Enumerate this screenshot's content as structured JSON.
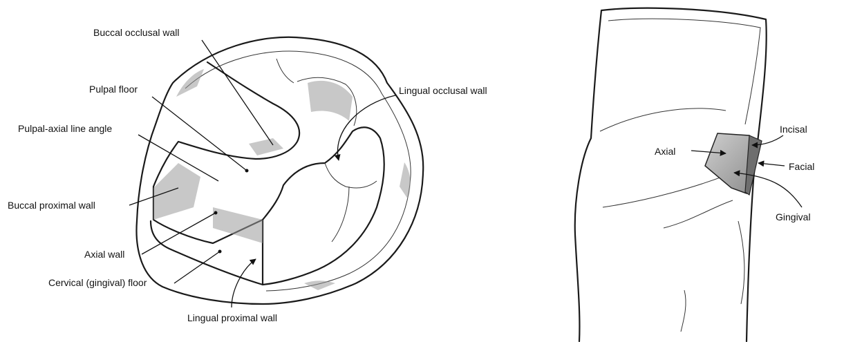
{
  "left_labels": {
    "buccal_occlusal_wall": "Buccal occlusal wall",
    "pulpal_floor": "Pulpal floor",
    "lingual_occlusal_wall": "Lingual occlusal wall",
    "pulpal_axial_line_angle": "Pulpal-axial line angle",
    "buccal_proximal_wall": "Buccal proximal wall",
    "axial_wall": "Axial wall",
    "cervical_floor": "Cervical (gingival) floor",
    "lingual_proximal_wall": "Lingual proximal wall"
  },
  "right_labels": {
    "axial": "Axial",
    "incisal": "Incisal",
    "facial": "Facial",
    "gingival": "Gingival"
  }
}
